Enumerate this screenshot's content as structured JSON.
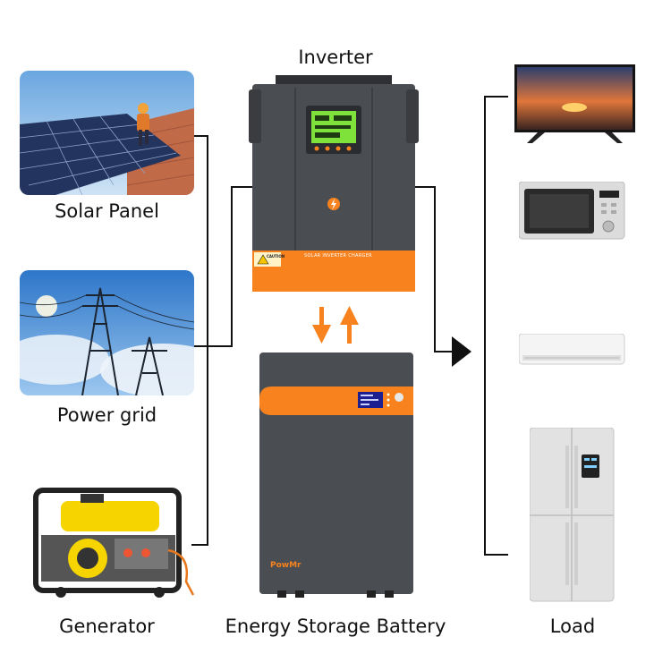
{
  "labels": {
    "inverter": "Inverter",
    "solar": "Solar Panel",
    "grid": "Power grid",
    "generator": "Generator",
    "battery": "Energy Storage Battery",
    "load": "Load"
  },
  "inverter_panel": {
    "sticker": "SOLAR INVERTER CHARGER",
    "caution": "CAUTION"
  },
  "battery_panel": {
    "brand": "PowMr"
  },
  "colors": {
    "accent_orange": "#f7821e",
    "device_gray": "#4a4d52",
    "wire": "#111111",
    "lcd_green": "#7ee23a"
  }
}
